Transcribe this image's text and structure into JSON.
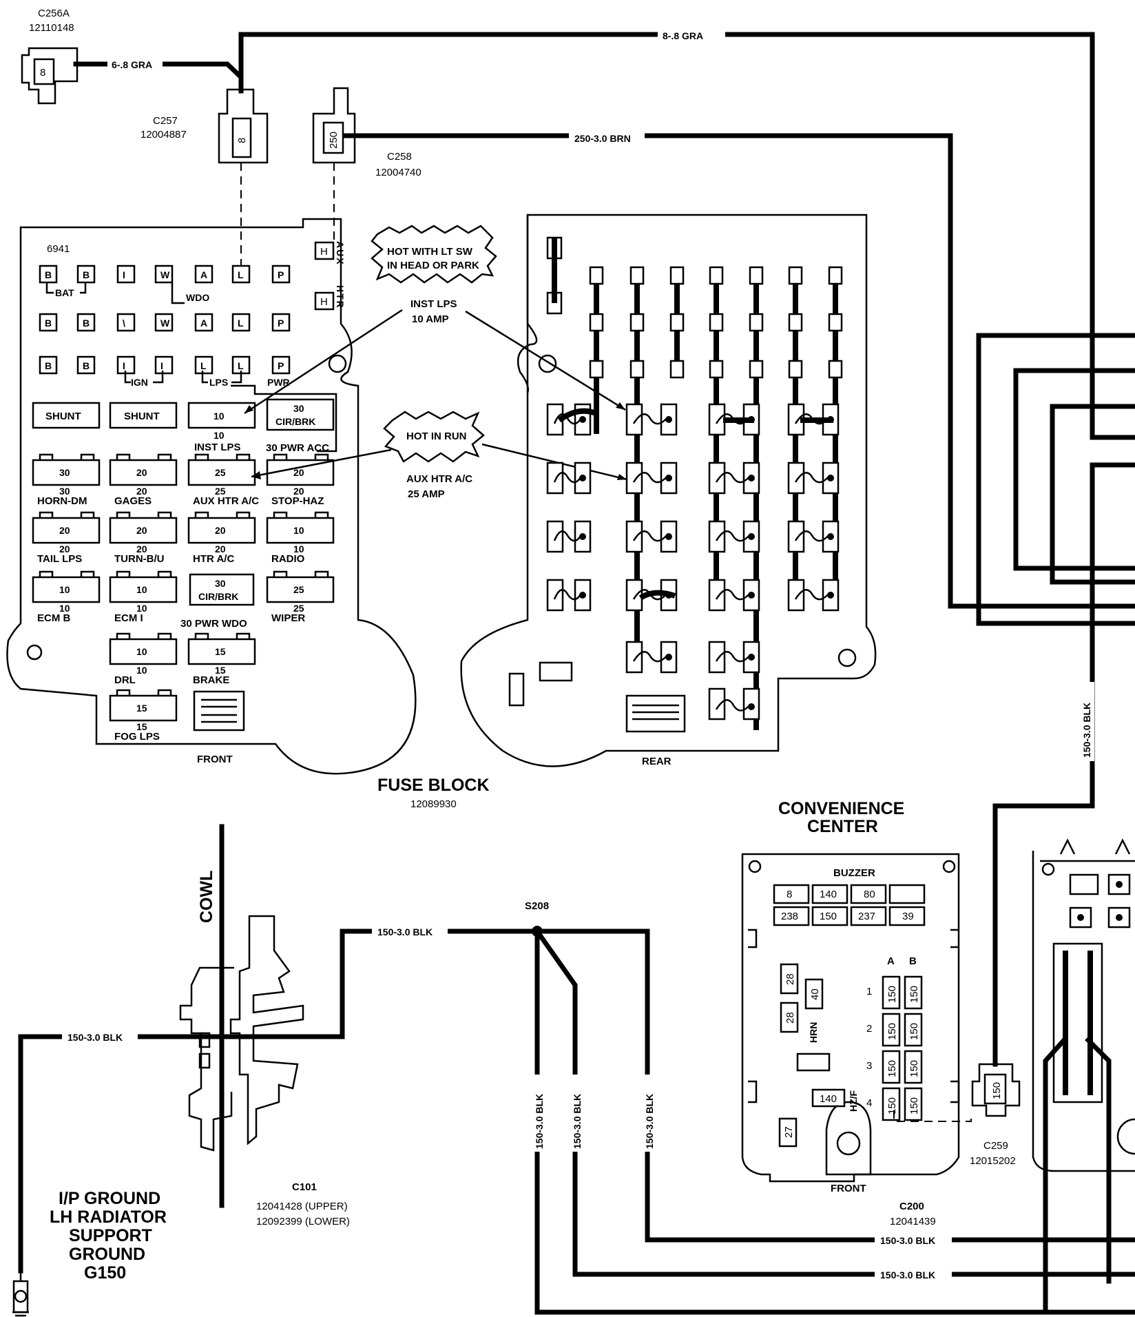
{
  "connectors": {
    "c256a": {
      "name": "C256A",
      "part": "12110148",
      "cavity": "8"
    },
    "c257": {
      "name": "C257",
      "part": "12004887",
      "cavity": "8"
    },
    "c258": {
      "name": "C258",
      "part": "12004740",
      "cavity": "250"
    },
    "c259": {
      "name": "C259",
      "part": "12015202",
      "cavity": "150"
    },
    "c101": {
      "name": "C101",
      "part_upper": "12041428 (UPPER)",
      "part_lower": "12092399 (LOWER)"
    },
    "c200": {
      "name": "C200",
      "part": "12041439"
    }
  },
  "wires": {
    "gra_short": "6-.8 GRA",
    "gra_top": "8-.8 GRA",
    "brn": "250-3.0 BRN",
    "blk": "150-3.0 BLK"
  },
  "splice": "S208",
  "callouts": {
    "hot_lt_sw_1": "HOT WITH LT SW",
    "hot_lt_sw_2": "IN HEAD OR PARK",
    "inst_lps_1": "INST LPS",
    "inst_lps_2": "10 AMP",
    "hot_in_run": "HOT IN RUN",
    "aux_htr_1": "AUX HTR A/C",
    "aux_htr_2": "25 AMP"
  },
  "fuse_block": {
    "title": "FUSE BLOCK",
    "part": "12089930",
    "front_label": "FRONT",
    "rear_label": "REAR",
    "code": "6941",
    "aux_letters": "AUX",
    "htr_letters": "HTR",
    "aux_cavity": "H",
    "htr_cavity": "H",
    "top_row1": [
      "B",
      "B",
      "I",
      "W",
      "A",
      "L",
      "P"
    ],
    "top_row2": [
      "B",
      "B",
      "\\",
      "W",
      "A",
      "L",
      "P"
    ],
    "top_row3": [
      "B",
      "B",
      "I",
      "I",
      "L",
      "L",
      "P"
    ],
    "group_bat": "BAT",
    "group_wdo": "WDO",
    "group_ign": "IGN",
    "group_lps": "LPS",
    "group_pwr": "PWR",
    "fuses": {
      "shunt1": "SHUNT",
      "shunt2": "SHUNT",
      "inst_lps": {
        "rating": "10",
        "sub": "10",
        "name": "INST LPS"
      },
      "cb_acc": {
        "rating": "30",
        "text": "CIR/BRK",
        "name": "30 PWR ACC"
      },
      "horn": {
        "rating": "30",
        "sub": "30",
        "name": "HORN-DM"
      },
      "gages": {
        "rating": "20",
        "sub": "20",
        "name": "GAGES"
      },
      "aux_htr": {
        "rating": "25",
        "sub": "25",
        "name": "AUX HTR A/C"
      },
      "stop_haz": {
        "rating": "20",
        "sub": "20",
        "name": "STOP-HAZ"
      },
      "tail": {
        "rating": "20",
        "sub": "20",
        "name": "TAIL LPS"
      },
      "turn": {
        "rating": "20",
        "sub": "20",
        "name": "TURN-B/U"
      },
      "htr": {
        "rating": "20",
        "sub": "20",
        "name": "HTR A/C"
      },
      "radio": {
        "rating": "10",
        "sub": "10",
        "name": "RADIO"
      },
      "ecm_b": {
        "rating": "10",
        "sub": "10",
        "name": "ECM B"
      },
      "ecm_i": {
        "rating": "10",
        "sub": "10",
        "name": "ECM I"
      },
      "cb_wdo": {
        "rating": "30",
        "text": "CIR/BRK",
        "name": "30 PWR WDO"
      },
      "wiper": {
        "rating": "25",
        "sub": "25",
        "name": "WIPER"
      },
      "drl": {
        "rating": "10",
        "sub": "10",
        "name": "DRL"
      },
      "brake": {
        "rating": "15",
        "sub": "15",
        "name": "BRAKE"
      },
      "fog": {
        "rating": "15",
        "sub": "15",
        "name": "FOG LPS"
      }
    }
  },
  "convenience_center": {
    "title_1": "CONVENIENCE",
    "title_2": "CENTER",
    "buzzer": "BUZZER",
    "row1": [
      "8",
      "140",
      "80",
      ""
    ],
    "row2": [
      "238",
      "150",
      "237",
      "39"
    ],
    "col_a": "A",
    "col_b": "B",
    "rows": [
      "1",
      "2",
      "3",
      "4"
    ],
    "cells": [
      "150",
      "150",
      "150",
      "150",
      "150",
      "150",
      "150",
      "150"
    ],
    "vert1": "28",
    "vert2": "40",
    "vert3": "28",
    "hrn": "HRN",
    "hzf": "HZ/F",
    "box140": "140",
    "box27": "27",
    "front": "FRONT"
  },
  "cowl": "COWL",
  "ground": {
    "line1": "I/P GROUND",
    "line2": "LH RADIATOR",
    "line3": "SUPPORT",
    "line4": "GROUND",
    "line5": "G150"
  }
}
